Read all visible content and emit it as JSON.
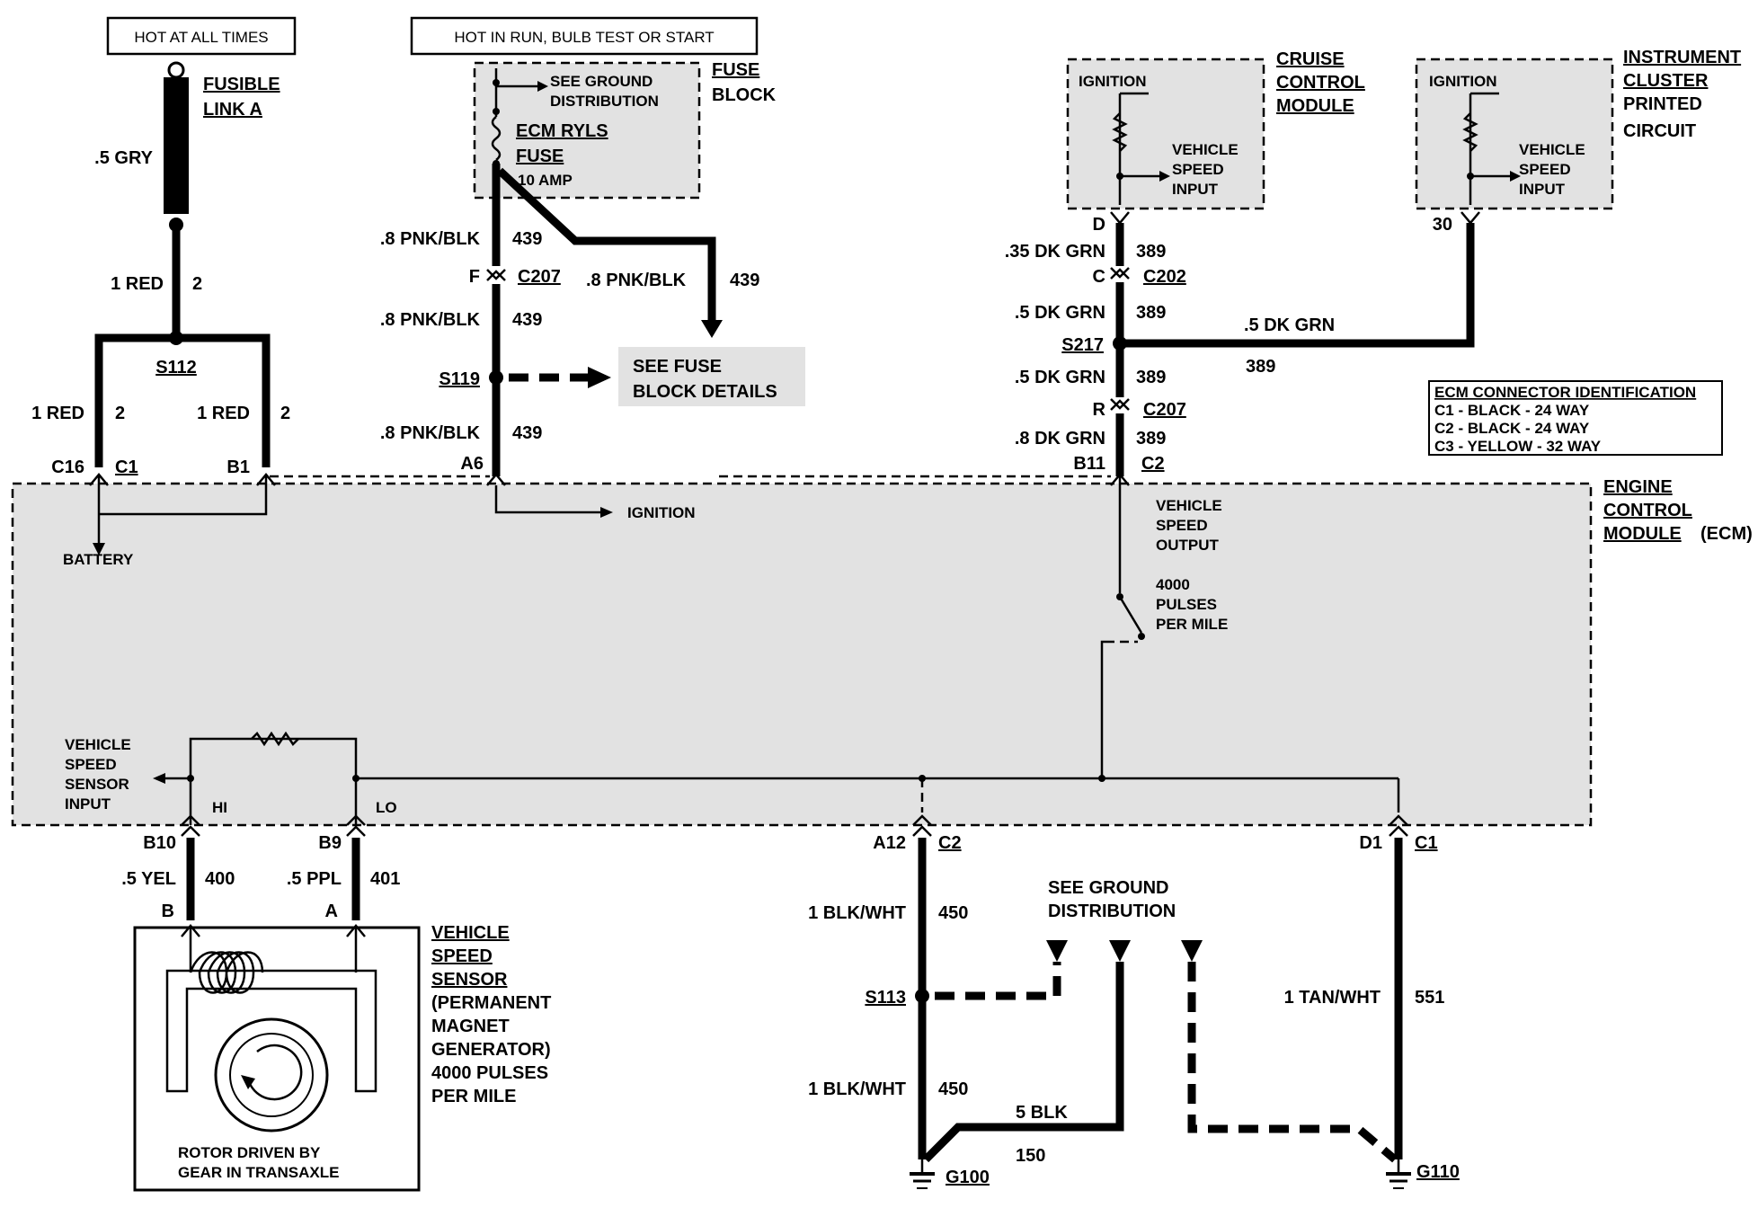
{
  "header": {
    "hot_at_all_times": "HOT AT ALL TIMES",
    "hot_in_run": "HOT IN RUN, BULB TEST OR START"
  },
  "fusible_link": {
    "name_line1": "FUSIBLE",
    "name_line2": "LINK A",
    "wire": ".5 GRY",
    "wire_out": "1 RED",
    "circuit_out": "2"
  },
  "fuse_block": {
    "label_line1": "FUSE",
    "label_line2": "BLOCK",
    "see_ground_line1": "SEE GROUND",
    "see_ground_line2": "DISTRIBUTION",
    "fuse_name_line1": "ECM RYLS",
    "fuse_name_line2": "FUSE",
    "fuse_rating": "10 AMP"
  },
  "splices": {
    "s112": "S112",
    "s119": "S119",
    "s217": "S217",
    "s113": "S113"
  },
  "connectors": {
    "c207": "C207",
    "c202": "C202",
    "c1": "C1",
    "c2": "C2",
    "pin_f": "F",
    "pin_c": "C",
    "pin_d": "D",
    "pin_r": "R",
    "pin_c16": "C16",
    "pin_b1": "B1",
    "pin_a6": "A6",
    "pin_b11": "B11",
    "pin_b10": "B10",
    "pin_b9": "B9",
    "pin_a12": "A12",
    "pin_d1": "D1",
    "pin_b": "B",
    "pin_a": "A",
    "pin_30": "30"
  },
  "wires": {
    "w1_red": "1 RED",
    "c2": "2",
    "pnk_blk": ".8 PNK/BLK",
    "c439": "439",
    "dk_grn_035": ".35 DK GRN",
    "dk_grn_05": ".5 DK GRN",
    "dk_grn_08": ".8 DK GRN",
    "c389": "389",
    "yel": ".5 YEL",
    "c400": "400",
    "ppl": ".5 PPL",
    "c401": "401",
    "blk_wht": "1 BLK/WHT",
    "c450": "450",
    "tan_wht": "1 TAN/WHT",
    "c551": "551",
    "blk5": "5 BLK",
    "c150": "150"
  },
  "see_fuse_block_line1": "SEE FUSE",
  "see_fuse_block_line2": "BLOCK DETAILS",
  "cruise": {
    "title_line1": "CRUISE",
    "title_line2": "CONTROL",
    "title_line3": "MODULE",
    "ignition": "IGNITION",
    "vss_line1": "VEHICLE",
    "vss_line2": "SPEED",
    "vss_line3": "INPUT"
  },
  "cluster": {
    "title_line1": "INSTRUMENT",
    "title_line2": "CLUSTER",
    "title_line3": "PRINTED",
    "title_line4": "CIRCUIT",
    "ignition": "IGNITION",
    "vss_line1": "VEHICLE",
    "vss_line2": "SPEED",
    "vss_line3": "INPUT"
  },
  "ecm_id": {
    "title": "ECM CONNECTOR IDENTIFICATION",
    "c1": "C1 - BLACK - 24 WAY",
    "c2": "C2 - BLACK - 24 WAY",
    "c3": "C3 - YELLOW - 32 WAY"
  },
  "ecm": {
    "title_line1": "ENGINE",
    "title_line2": "CONTROL",
    "title_line3": "MODULE",
    "title_suffix": "(ECM)",
    "battery": "BATTERY",
    "ignition": "IGNITION",
    "vso_line1": "VEHICLE",
    "vso_line2": "SPEED",
    "vso_line3": "OUTPUT",
    "pulses_line1": "4000",
    "pulses_line2": "PULSES",
    "pulses_line3": "PER MILE",
    "vss_in_line1": "VEHICLE",
    "vss_in_line2": "SPEED",
    "vss_in_line3": "SENSOR",
    "vss_in_line4": "INPUT",
    "hi": "HI",
    "lo": "LO"
  },
  "sensor": {
    "line1": "VEHICLE",
    "line2": "SPEED",
    "line3": "SENSOR",
    "line4": "(PERMANENT",
    "line5": "MAGNET",
    "line6": "GENERATOR)",
    "line7": "4000 PULSES",
    "line8": "PER MILE",
    "rotor_line1": "ROTOR DRIVEN BY",
    "rotor_line2": "GEAR IN TRANSAXLE"
  },
  "ground": {
    "see_line1": "SEE GROUND",
    "see_line2": "DISTRIBUTION",
    "g100": "G100",
    "g110": "G110"
  }
}
